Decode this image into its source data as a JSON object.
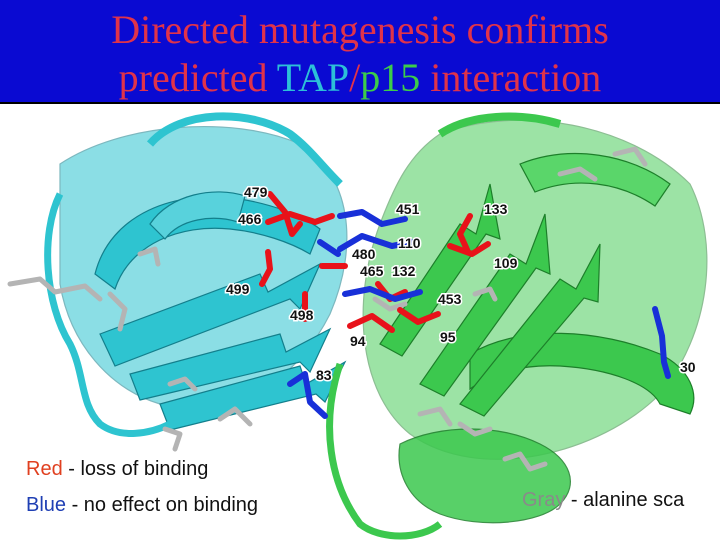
{
  "title": {
    "line1": "Directed mutagenesis confirms",
    "line2_prefix": "predicted ",
    "tap": "TAP",
    "slash": "/",
    "p15": "p15",
    "line2_suffix": " interaction"
  },
  "colors": {
    "red": "#e8121a",
    "blue": "#1830d8",
    "gray": "#b4b4b4",
    "tap_chain": "#2ec4d0",
    "p15_chain": "#3cc84e",
    "title_bg": "#0a0ad2"
  },
  "residues": {
    "r479": "479",
    "r466": "466",
    "r451": "451",
    "r133": "133",
    "r480": "480",
    "r110": "110",
    "r465": "465",
    "r132": "132",
    "r109": "109",
    "r499": "499",
    "r453": "453",
    "r498": "498",
    "r94": "94",
    "r95": "95",
    "r30": "30",
    "r83": "83"
  },
  "legend": {
    "red_word": "Red",
    "red_text": " - loss of binding",
    "blue_word": "Blue",
    "blue_text": " - no effect on binding",
    "gray_word": "Gray",
    "gray_text": " - alanine sca"
  }
}
